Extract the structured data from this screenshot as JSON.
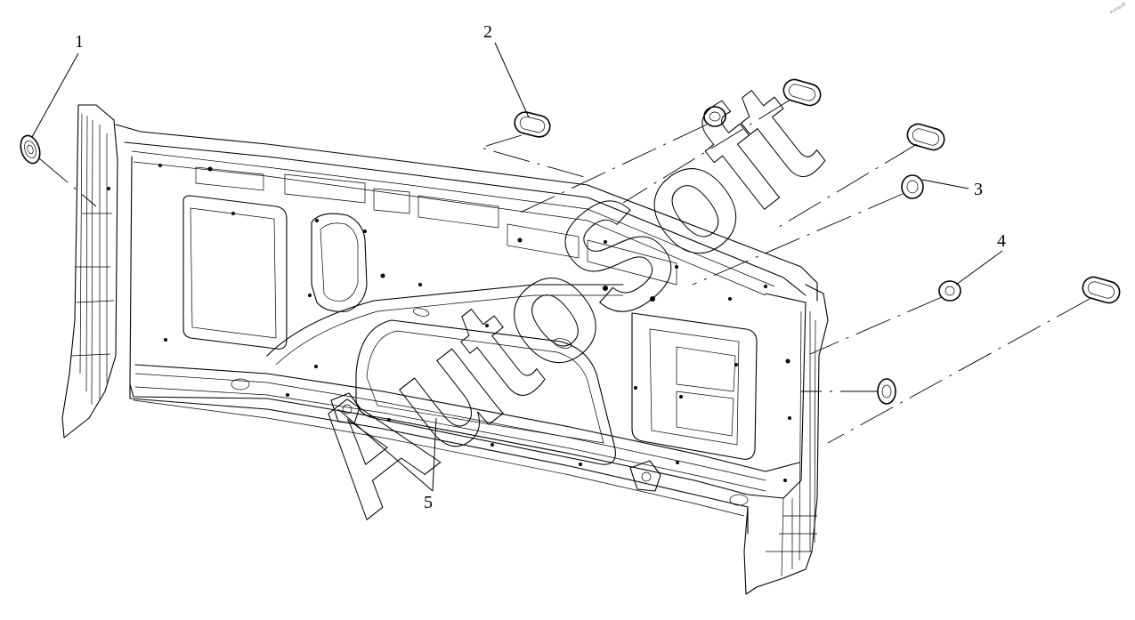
{
  "diagram": {
    "callouts": [
      {
        "id": "1",
        "label": "1"
      },
      {
        "id": "2",
        "label": "2"
      },
      {
        "id": "3",
        "label": "3"
      },
      {
        "id": "4",
        "label": "4"
      },
      {
        "id": "5",
        "label": "5"
      }
    ],
    "watermark": {
      "text": "AutoSoft",
      "corner_text": "autosoft"
    }
  }
}
